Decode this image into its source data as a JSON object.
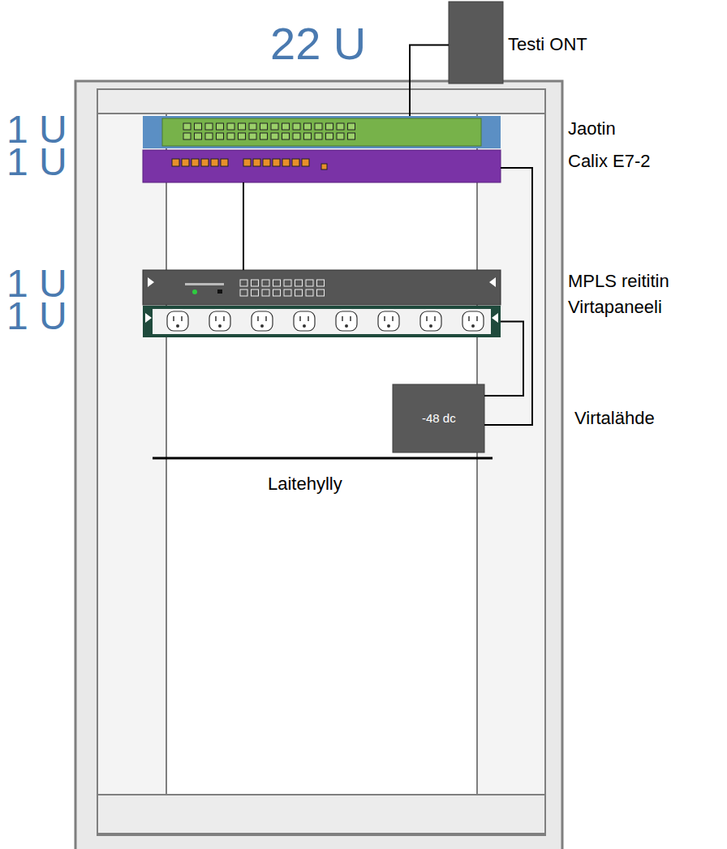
{
  "diagram": {
    "nodes": [
      {
        "text": [
          "Testi ONT"
        ]
      },
      {
        "text": [
          "Jaotin"
        ]
      },
      {
        "text": [
          "Calix E7-2"
        ]
      },
      {
        "text": [
          "MPLS reititin"
        ]
      },
      {
        "text": [
          "Virtapaneeli"
        ]
      },
      {
        "text": [
          "-48 dc",
          "Virtalähde"
        ]
      }
    ],
    "edges": [
      {
        "from": 0,
        "to": 1,
        "arrow": "none"
      },
      {
        "from": 2,
        "to": 3,
        "arrow": "none"
      },
      {
        "from": 4,
        "to": 5,
        "arrow": "none"
      },
      {
        "from": 2,
        "to": 5,
        "arrow": "none"
      }
    ],
    "labels": [
      "22 U",
      "1 U",
      "1 U",
      "1 U",
      "1 U",
      "Laitehylly"
    ]
  }
}
